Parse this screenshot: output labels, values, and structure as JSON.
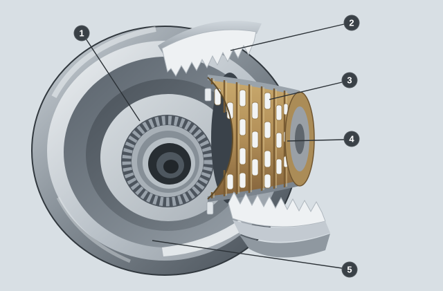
{
  "callouts": [
    {
      "label": "1"
    },
    {
      "label": "2"
    },
    {
      "label": "3"
    },
    {
      "label": "4"
    },
    {
      "label": "5"
    }
  ],
  "colors": {
    "background": "#d8dfe4",
    "callout_bg": "#3a4147",
    "callout_text": "#ffffff",
    "leader_line": "#2b3136",
    "drum_metal_light": "#eef1f3",
    "drum_metal_dark": "#434b53",
    "plate_tan": "#b28f58",
    "plate_slot": "#f2f4f5"
  }
}
